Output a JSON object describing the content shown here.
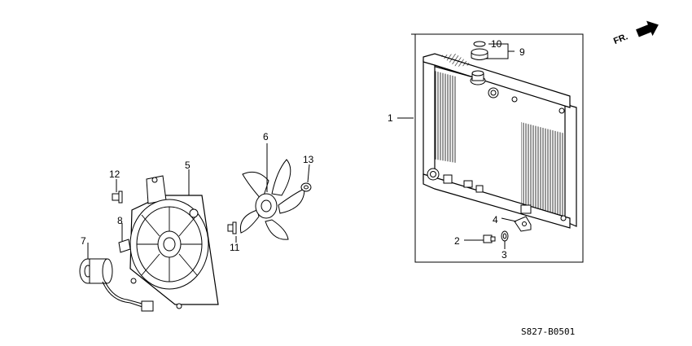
{
  "diagram": {
    "callouts": {
      "c1": "1",
      "c2": "2",
      "c3": "3",
      "c4": "4",
      "c5": "5",
      "c6": "6",
      "c7": "7",
      "c8": "8",
      "c9": "9",
      "c10": "10",
      "c11": "11",
      "c12": "12",
      "c13": "13"
    },
    "direction_label": "FR.",
    "part_code": "S827-B0501"
  }
}
